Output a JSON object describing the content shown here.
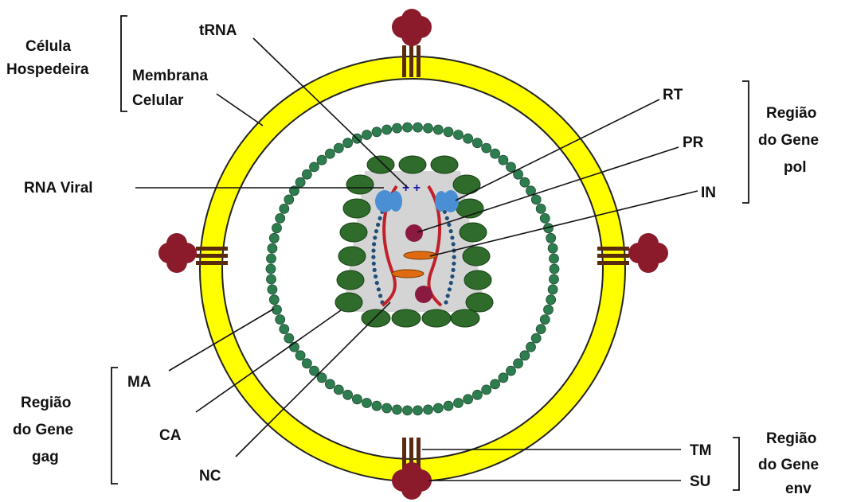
{
  "labels": {
    "celula": "Célula",
    "hospedeira": "Hospedeira",
    "membrana": "Membrana",
    "celular": "Celular",
    "trna": "tRNA",
    "rna_viral": "RNA Viral",
    "rt": "RT",
    "pr": "PR",
    "in": "IN",
    "ma": "MA",
    "ca": "CA",
    "nc": "NC",
    "tm": "TM",
    "su": "SU",
    "pol_regiao": "Região",
    "pol_do_gene": "do Gene",
    "pol_name": "pol",
    "gag_regiao": "Região",
    "gag_do_gene": "do Gene",
    "gag_name": "gag",
    "env_regiao": "Região",
    "env_do_gene": "do Gene",
    "env_name": "env"
  },
  "colors": {
    "envelope": "#ffff00",
    "matrix_beads": "#2e7d4f",
    "capsid": "#2f6b2a",
    "capsid_interior": "#d4d4d4",
    "glycoprotein": "#8b1a2b",
    "transmembrane": "#5a2a10",
    "rna": "#c0202a",
    "reverse_transcriptase": "#4a8fd4",
    "integrase": "#e06a10",
    "protease": "#8b1a40",
    "nucleocapsid": "#1f4f78"
  }
}
